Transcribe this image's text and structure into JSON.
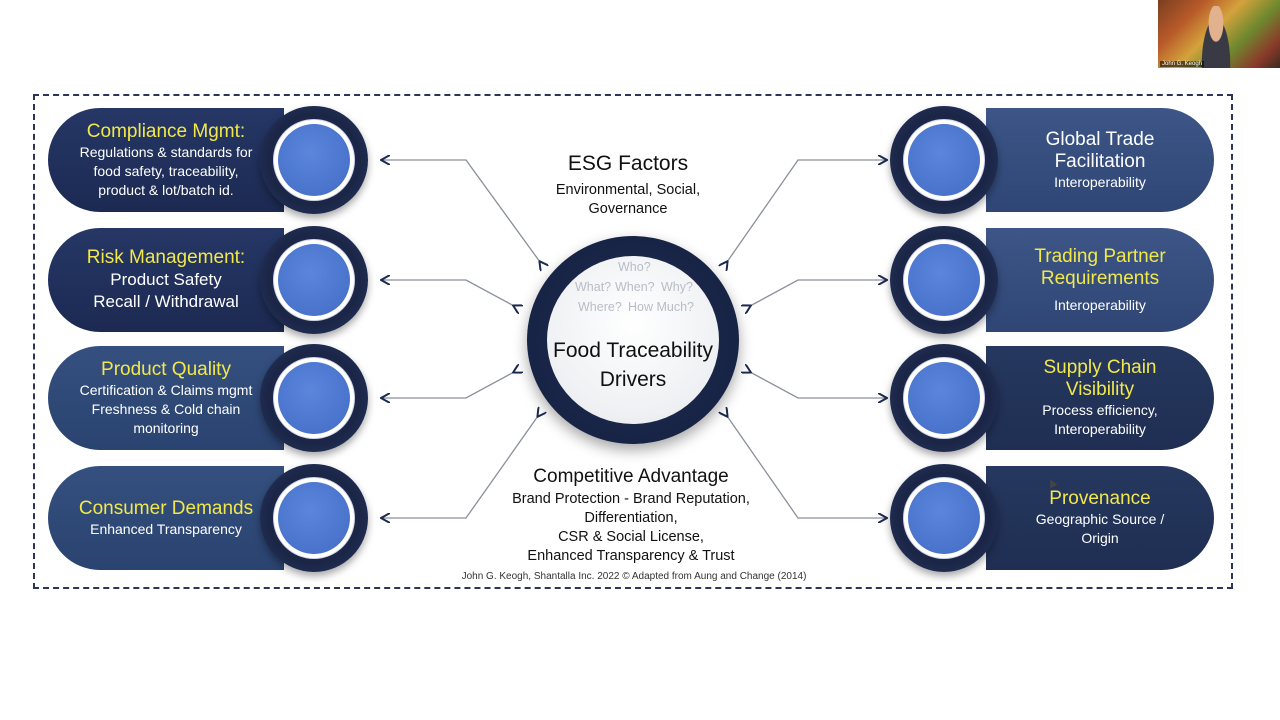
{
  "video": {
    "participant_name": "John G. Keogh"
  },
  "center": {
    "questions": [
      "Who?",
      "What?",
      "When?",
      "Why?",
      "Where?",
      "How Much?"
    ],
    "title_line1": "Food Traceability",
    "title_line2": "Drivers"
  },
  "esg": {
    "title": "ESG Factors",
    "sub_line1": "Environmental, Social,",
    "sub_line2": "Governance"
  },
  "competitive": {
    "title": "Competitive Advantage",
    "lines": [
      "Brand Protection - Brand Reputation,",
      "Differentiation,",
      "CSR & Social License,",
      "Enhanced Transparency & Trust"
    ]
  },
  "credit": "John G. Keogh, Shantalla Inc. 2022 © Adapted from Aung and Change (2014)",
  "left_items": [
    {
      "title": "Compliance Mgmt:",
      "lines": [
        "Regulations & standards for",
        "food safety, traceability,",
        "product & lot/batch id."
      ]
    },
    {
      "title": "Risk Management:",
      "lines": [
        "Product Safety",
        "Recall / Withdrawal"
      ]
    },
    {
      "title": "Product Quality",
      "lines": [
        "Certification & Claims mgmt",
        "Freshness & Cold chain",
        "monitoring"
      ]
    },
    {
      "title": "Consumer Demands",
      "lines": [
        "Enhanced Transparency"
      ]
    }
  ],
  "right_items": [
    {
      "title_line1": "Global Trade",
      "title_line2": "Facilitation",
      "lines": [
        "Interoperability"
      ]
    },
    {
      "title_line1": "Trading Partner",
      "title_line2": "Requirements",
      "lines": [
        "Interoperability"
      ]
    },
    {
      "title_line1": "Supply Chain",
      "title_line2": "Visibility",
      "lines": [
        "Process efficiency,",
        "Interoperability"
      ]
    },
    {
      "title_line1": "Provenance",
      "title_line2": "",
      "lines": [
        "Geographic Source /",
        "Origin"
      ]
    }
  ],
  "colors": {
    "navy": "#1c2a52",
    "blue_core": "#4a74cc",
    "yellow_title": "#f2e84a",
    "arrow": "#8a8f99"
  }
}
